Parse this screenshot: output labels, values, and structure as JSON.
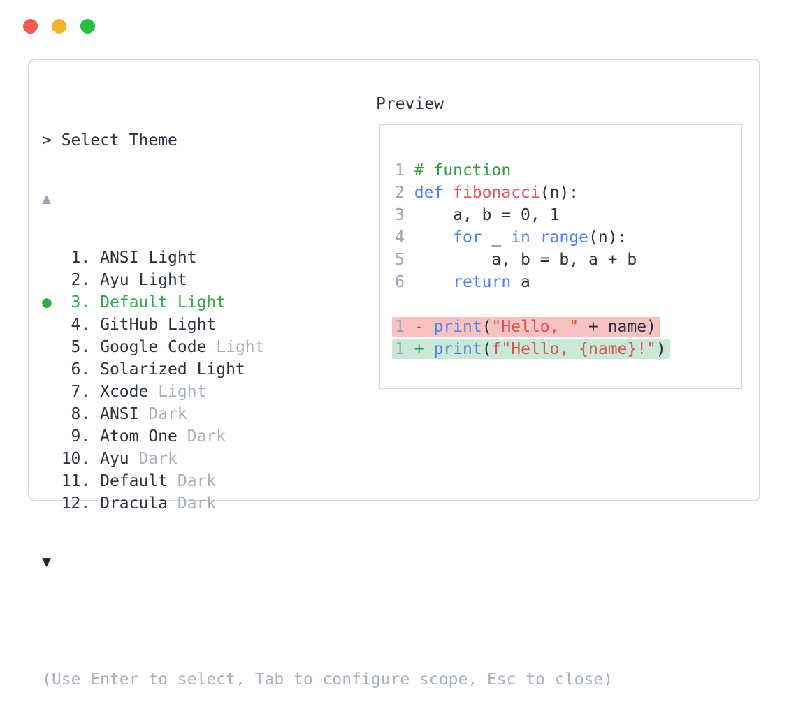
{
  "window": {
    "traffic_lights": [
      {
        "name": "close"
      },
      {
        "name": "minimize"
      },
      {
        "name": "maximize"
      }
    ]
  },
  "theme_picker": {
    "prompt": "> Select Theme",
    "scroll_up": "▲",
    "scroll_down": "▼",
    "selected_marker": "●",
    "items": [
      {
        "number": "1.",
        "name": "ANSI",
        "variant": "Light",
        "variant_muted": false,
        "selected": false
      },
      {
        "number": "2.",
        "name": "Ayu",
        "variant": "Light",
        "variant_muted": false,
        "selected": false
      },
      {
        "number": "3.",
        "name": "Default",
        "variant": "Light",
        "variant_muted": false,
        "selected": true
      },
      {
        "number": "4.",
        "name": "GitHub",
        "variant": "Light",
        "variant_muted": false,
        "selected": false
      },
      {
        "number": "5.",
        "name": "Google Code",
        "variant": "Light",
        "variant_muted": true,
        "selected": false
      },
      {
        "number": "6.",
        "name": "Solarized",
        "variant": "Light",
        "variant_muted": false,
        "selected": false
      },
      {
        "number": "7.",
        "name": "Xcode",
        "variant": "Light",
        "variant_muted": true,
        "selected": false
      },
      {
        "number": "8.",
        "name": "ANSI",
        "variant": "Dark",
        "variant_muted": true,
        "selected": false
      },
      {
        "number": "9.",
        "name": "Atom One",
        "variant": "Dark",
        "variant_muted": true,
        "selected": false
      },
      {
        "number": "10.",
        "name": "Ayu",
        "variant": "Dark",
        "variant_muted": true,
        "selected": false
      },
      {
        "number": "11.",
        "name": "Default",
        "variant": "Dark",
        "variant_muted": true,
        "selected": false
      },
      {
        "number": "12.",
        "name": "Dracula",
        "variant": "Dark",
        "variant_muted": true,
        "selected": false
      }
    ],
    "footer_hint": "(Use Enter to select, Tab to configure scope, Esc to close)"
  },
  "preview": {
    "label": "Preview",
    "code_lines": [
      {
        "highlight": null,
        "tokens": [
          {
            "text": "1",
            "cls": "num"
          },
          {
            "text": " ",
            "cls": "txt"
          },
          {
            "text": "# function",
            "cls": "com"
          }
        ]
      },
      {
        "highlight": null,
        "tokens": [
          {
            "text": "2",
            "cls": "num"
          },
          {
            "text": " ",
            "cls": "txt"
          },
          {
            "text": "def",
            "cls": "kw"
          },
          {
            "text": " ",
            "cls": "txt"
          },
          {
            "text": "fibonacci",
            "cls": "fn"
          },
          {
            "text": "(n):",
            "cls": "txt"
          }
        ]
      },
      {
        "highlight": null,
        "tokens": [
          {
            "text": "3",
            "cls": "num"
          },
          {
            "text": "     a, b = 0, 1",
            "cls": "txt"
          }
        ]
      },
      {
        "highlight": null,
        "tokens": [
          {
            "text": "4",
            "cls": "num"
          },
          {
            "text": "     ",
            "cls": "txt"
          },
          {
            "text": "for",
            "cls": "kw"
          },
          {
            "text": " _ ",
            "cls": "txt"
          },
          {
            "text": "in",
            "cls": "kw"
          },
          {
            "text": " ",
            "cls": "txt"
          },
          {
            "text": "range",
            "cls": "kw"
          },
          {
            "text": "(n):",
            "cls": "txt"
          }
        ]
      },
      {
        "highlight": null,
        "tokens": [
          {
            "text": "5",
            "cls": "num"
          },
          {
            "text": "         a, b = b, a + b",
            "cls": "txt"
          }
        ]
      },
      {
        "highlight": null,
        "tokens": [
          {
            "text": "6",
            "cls": "num"
          },
          {
            "text": "     ",
            "cls": "txt"
          },
          {
            "text": "return",
            "cls": "kw"
          },
          {
            "text": " a",
            "cls": "txt"
          }
        ]
      },
      {
        "highlight": null,
        "tokens": []
      },
      {
        "highlight": "del",
        "tokens": [
          {
            "text": "1",
            "cls": "num"
          },
          {
            "text": " ",
            "cls": "txt"
          },
          {
            "text": "-",
            "cls": "del"
          },
          {
            "text": " ",
            "cls": "txt"
          },
          {
            "text": "print",
            "cls": "kw"
          },
          {
            "text": "(",
            "cls": "txt"
          },
          {
            "text": "\"Hello, \"",
            "cls": "str"
          },
          {
            "text": " + name)",
            "cls": "txt"
          }
        ]
      },
      {
        "highlight": "add",
        "tokens": [
          {
            "text": "1",
            "cls": "num"
          },
          {
            "text": " ",
            "cls": "txt"
          },
          {
            "text": "+",
            "cls": "add"
          },
          {
            "text": " ",
            "cls": "txt"
          },
          {
            "text": "print",
            "cls": "kw"
          },
          {
            "text": "(",
            "cls": "txt"
          },
          {
            "text": "f\"Hello, {name}!\"",
            "cls": "str"
          },
          {
            "text": ")",
            "cls": "txt"
          }
        ]
      }
    ]
  },
  "colors": {
    "dark_text": "#2b3340",
    "muted_text": "#a7b0bf",
    "selected_green": "#35a84e",
    "comment_green": "#2e9e3e",
    "keyword_blue": "#4d82e8",
    "function_red": "#e05a5a",
    "string_red": "#d9534f",
    "line_num": "#9aa5b5",
    "del_bg": "#f8c2c3",
    "add_bg": "#c9e8d5",
    "del_sign": "#dd5250",
    "add_sign": "#2f9e4f",
    "scroll_up": "#9aa6ba",
    "scroll_down": "#1e2433",
    "panel_border": "#d7dbe2",
    "preview_border": "#d5d9e0",
    "traffic_red": "#f15b52",
    "traffic_yellow": "#f0b32c",
    "traffic_green": "#28bf40"
  }
}
